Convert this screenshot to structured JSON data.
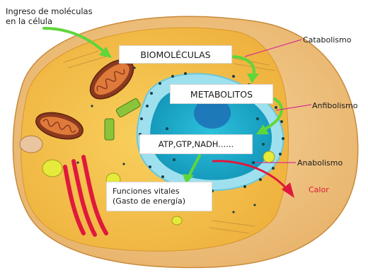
{
  "labels": {
    "ingreso_line1": "Ingreso de moléculas",
    "ingreso_line2": "en la célula",
    "catabolismo": "Catabolismo",
    "anfibolismo": "Anfibolismo",
    "anabolismo": "Anabolismo",
    "calor": "Calor"
  },
  "boxes": {
    "biomoleculas": "BIOMOLÉCULAS",
    "metabolitos": "METABOLITOS",
    "atp": "ATP,GTP,NADH......",
    "funciones_line1": "Funciones vitales",
    "funciones_line2": "(Gasto de energía)"
  },
  "colors": {
    "cytoplasm": "#f5c24a",
    "membrane_edge": "#e9a43c",
    "nucleus": "#21a8c6",
    "nucleolus": "#1d6fb5",
    "arrow_green": "#5fd63a",
    "arrow_red": "#e0183c",
    "pointer_magenta": "#d6338f"
  }
}
